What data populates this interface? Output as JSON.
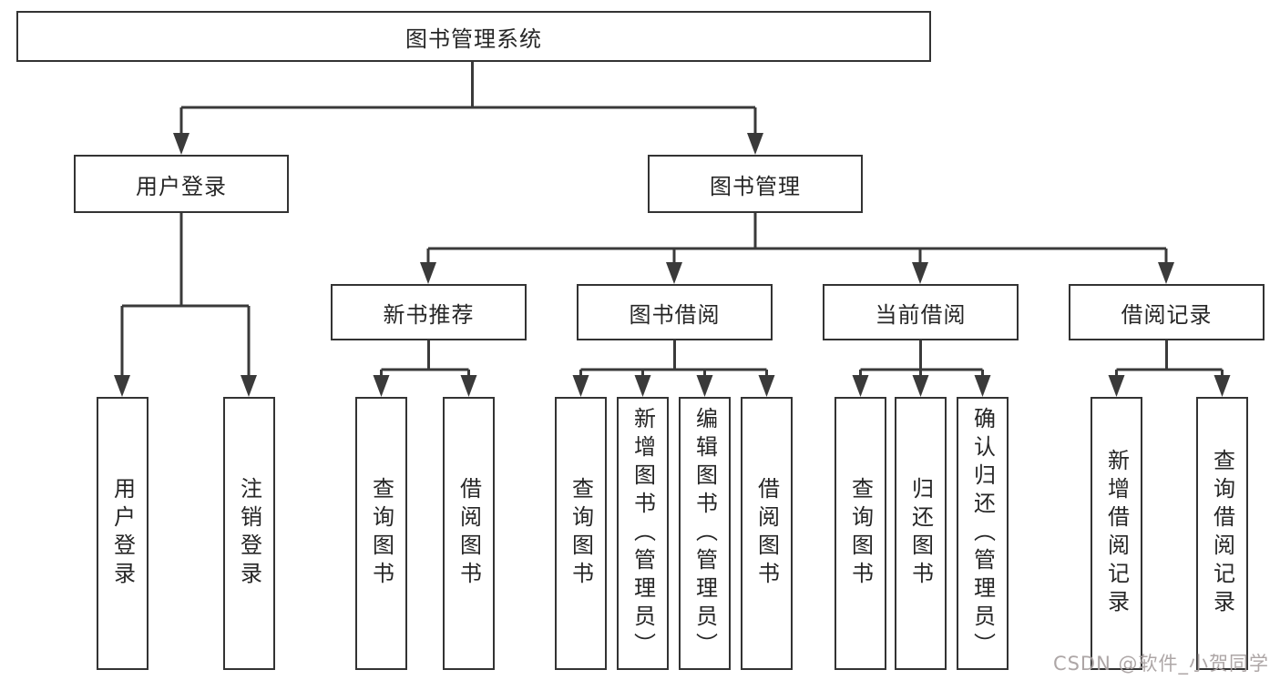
{
  "tree": {
    "label": "图书管理系统",
    "children": [
      {
        "label": "用户登录",
        "children": [
          {
            "label": "用户登录"
          },
          {
            "label": "注销登录"
          }
        ]
      },
      {
        "label": "图书管理",
        "children": [
          {
            "label": "新书推荐",
            "children": [
              {
                "label": "查询图书"
              },
              {
                "label": "借阅图书"
              }
            ]
          },
          {
            "label": "图书借阅",
            "children": [
              {
                "label": "查询图书"
              },
              {
                "label": "新增图书（管理员）"
              },
              {
                "label": "编辑图书（管理员）"
              },
              {
                "label": "借阅图书"
              }
            ]
          },
          {
            "label": "当前借阅",
            "children": [
              {
                "label": "查询图书"
              },
              {
                "label": "归还图书"
              },
              {
                "label": "确认归还（管理员）"
              }
            ]
          },
          {
            "label": "借阅记录",
            "children": [
              {
                "label": "新增借阅记录"
              },
              {
                "label": "查询借阅记录"
              }
            ]
          }
        ]
      }
    ]
  },
  "watermark": {
    "text": "CSDN @软件_小贺同学"
  },
  "colors": {
    "line": "#3a3a3a",
    "box_border": "#333333",
    "text": "#262626",
    "watermark": "#a9a2a2",
    "background": "#ffffff"
  }
}
